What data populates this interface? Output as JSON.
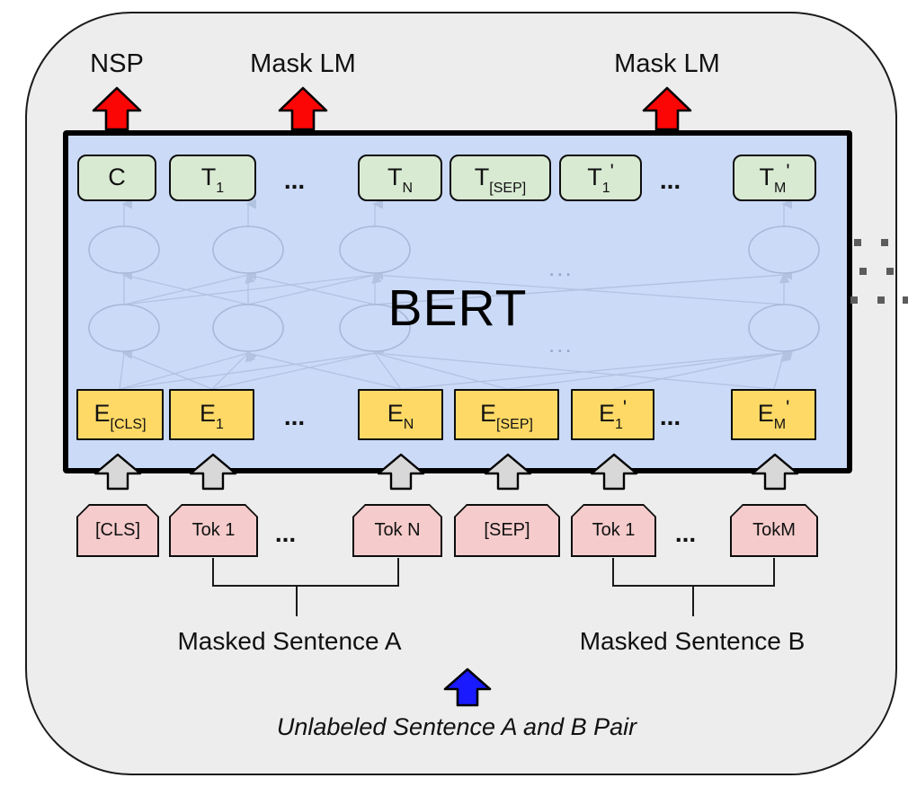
{
  "top_labels": {
    "nsp": "NSP",
    "mask_lm_1": "Mask LM",
    "mask_lm_2": "Mask LM"
  },
  "bert": {
    "label": "BERT",
    "inner_ellipsis": "..."
  },
  "rows": {
    "output": {
      "ellipsis": "...",
      "cells": [
        {
          "main": "C",
          "sub": "",
          "prime": ""
        },
        {
          "main": "T",
          "sub": "1",
          "prime": ""
        },
        {
          "main": "T",
          "sub": "N",
          "prime": ""
        },
        {
          "main": "T",
          "sub": "[SEP]",
          "prime": ""
        },
        {
          "main": "T",
          "sub": "1",
          "prime": "'"
        },
        {
          "main": "T",
          "sub": "M",
          "prime": "'"
        }
      ]
    },
    "embedding": {
      "ellipsis": "...",
      "cells": [
        {
          "main": "E",
          "sub": "[CLS]",
          "prime": ""
        },
        {
          "main": "E",
          "sub": "1",
          "prime": ""
        },
        {
          "main": "E",
          "sub": "N",
          "prime": ""
        },
        {
          "main": "E",
          "sub": "[SEP]",
          "prime": ""
        },
        {
          "main": "E",
          "sub": "1",
          "prime": "'"
        },
        {
          "main": "E",
          "sub": "M",
          "prime": "'"
        }
      ]
    },
    "tokens": {
      "ellipsis": "...",
      "cells": [
        "[CLS]",
        "Tok 1",
        "Tok N",
        "[SEP]",
        "Tok 1",
        "TokM"
      ]
    }
  },
  "bottom": {
    "sentence_a": "Masked Sentence A",
    "sentence_b": "Masked Sentence B",
    "pair_label": "Unlabeled Sentence A and B Pair"
  },
  "colors": {
    "panel_bg": "#ededed",
    "bert_bg": "#cbdaf7",
    "output_box": "#d9ead3",
    "embedding_box": "#ffd966",
    "token_box": "#f5cbcb",
    "arrow_red": "#fb0505",
    "arrow_blue": "#1a1aff",
    "arrow_gray": "#d8d8d8"
  }
}
